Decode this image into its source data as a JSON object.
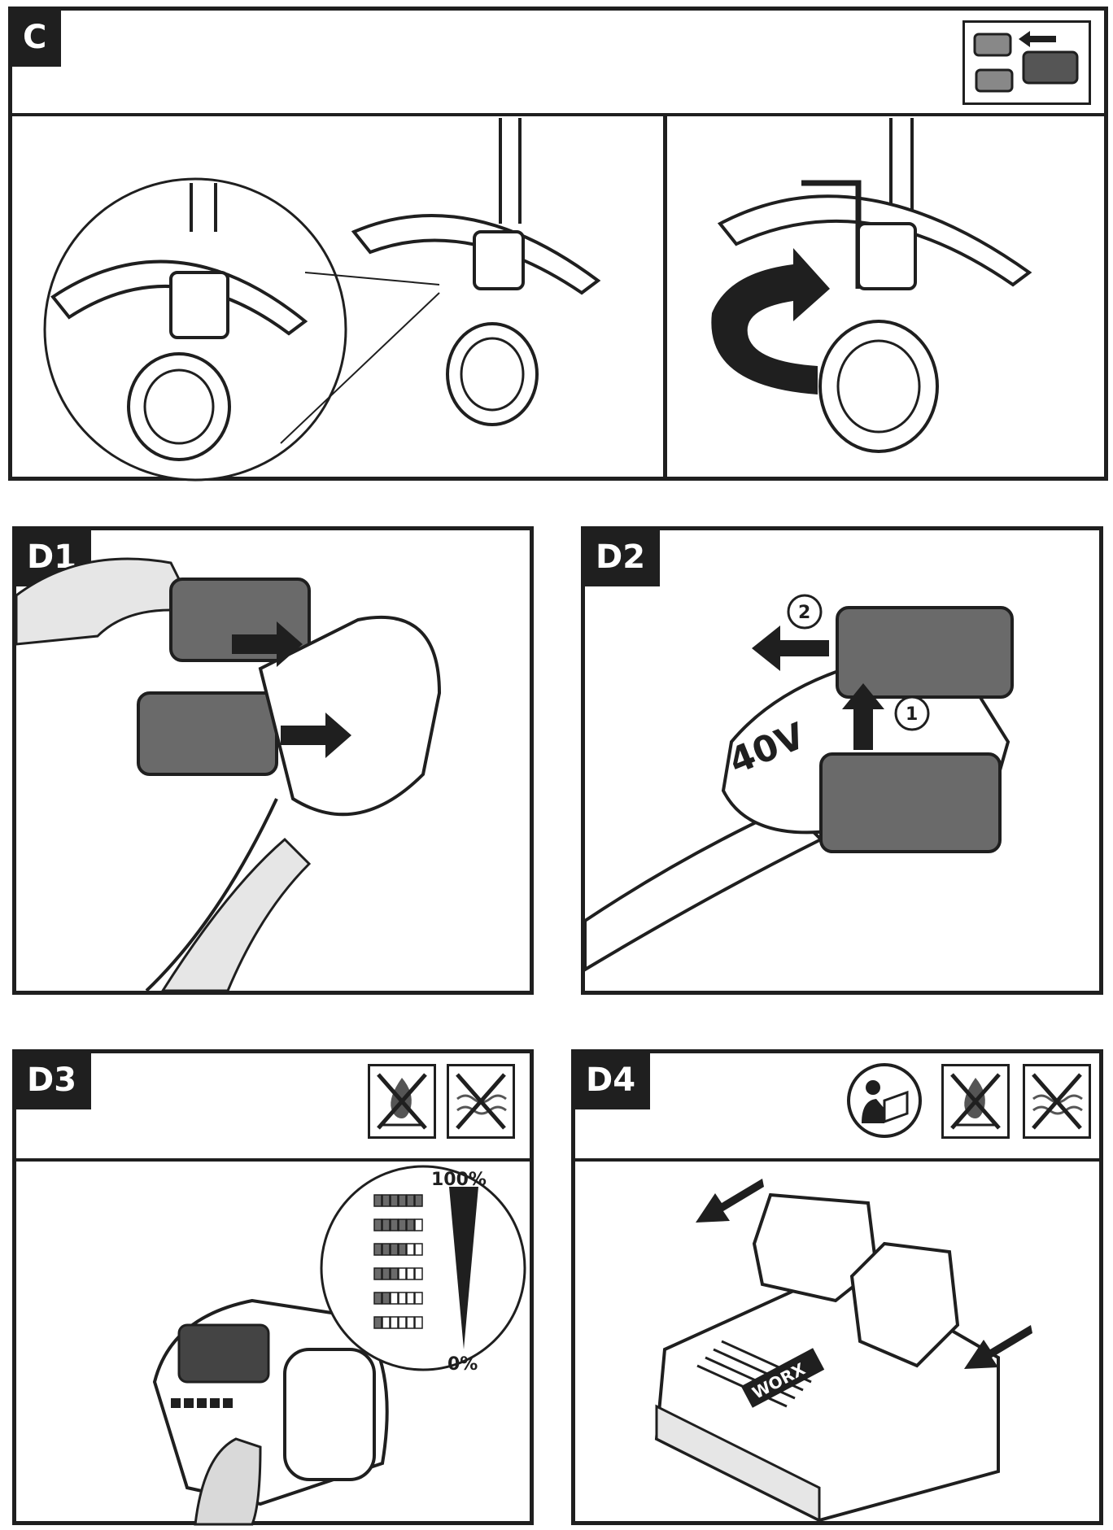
{
  "sections": {
    "c": {
      "label": "C"
    },
    "d1": {
      "label": "D1"
    },
    "d2": {
      "label": "D2",
      "step1": "1",
      "step2": "2",
      "voltage": "40V"
    },
    "d3": {
      "label": "D3",
      "full": "100%",
      "empty": "0%",
      "levels": [
        6,
        5,
        4,
        3,
        2,
        1
      ],
      "level_total": 6
    },
    "d4": {
      "label": "D4",
      "brand": "WORX"
    }
  },
  "icons": [
    "battery-swap-icon",
    "no-fire-icon",
    "no-water-icon",
    "read-manual-icon"
  ],
  "colors": {
    "ink": "#1f1f1f",
    "battery": "#6a6a6a",
    "hand": "#d9d9d9"
  }
}
